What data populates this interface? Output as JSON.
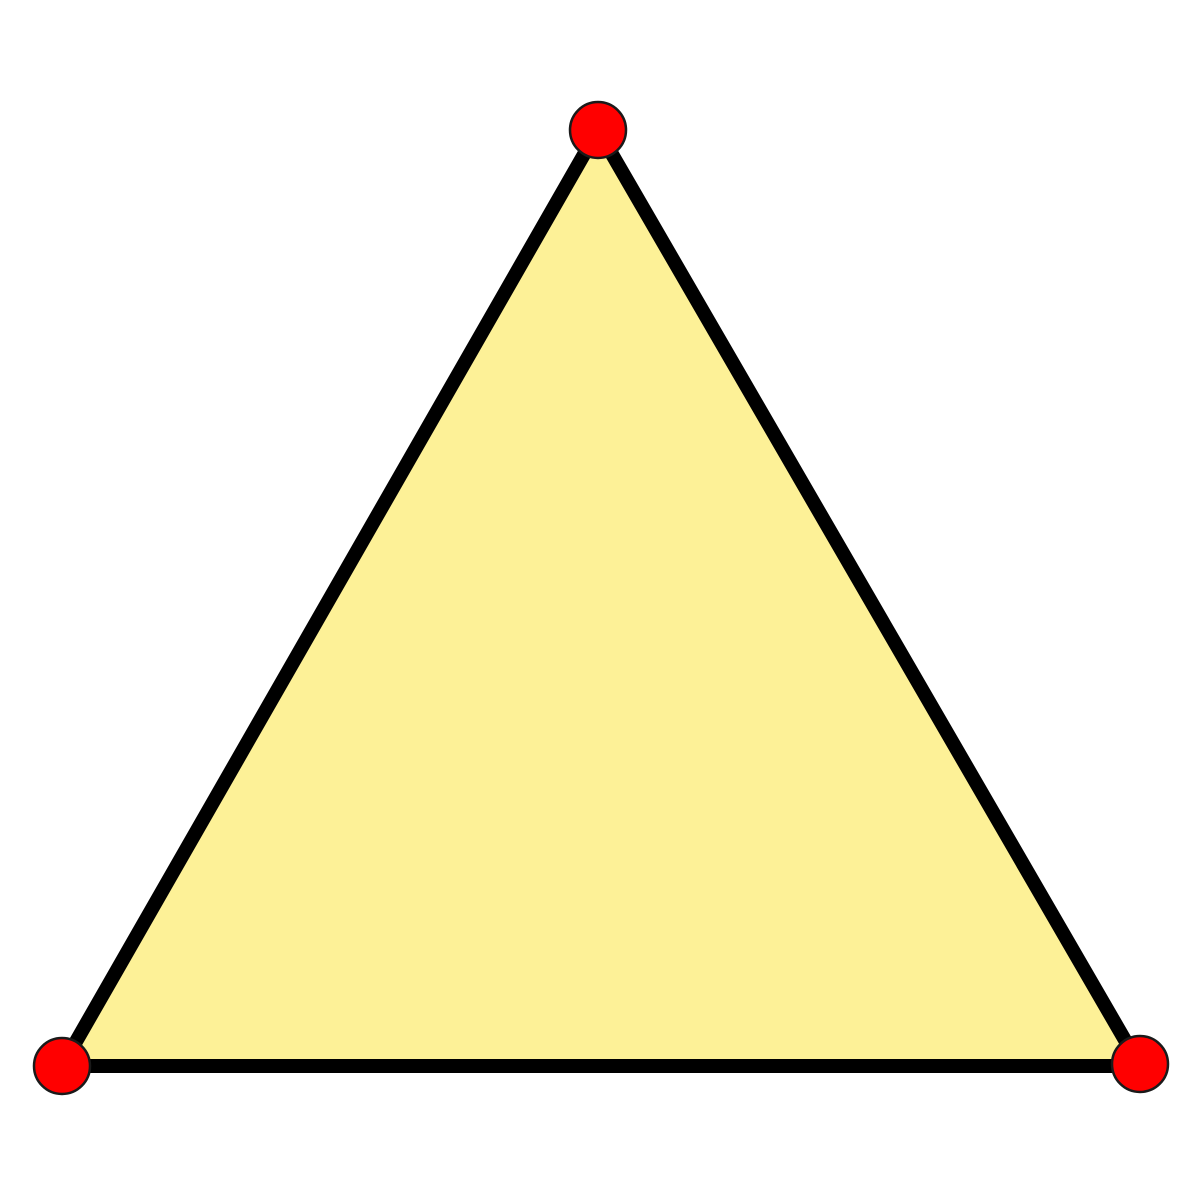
{
  "diagram": {
    "shape": "triangle",
    "vertex_count": 3,
    "colors": {
      "background": "#ffffff",
      "fill": "#fdf197",
      "stroke": "#000000",
      "vertex_fill": "#ff0000",
      "vertex_stroke": "#1a1a1a"
    },
    "vertices": [
      {
        "name": "top-vertex"
      },
      {
        "name": "bottom-left-vertex"
      },
      {
        "name": "bottom-right-vertex"
      }
    ]
  }
}
